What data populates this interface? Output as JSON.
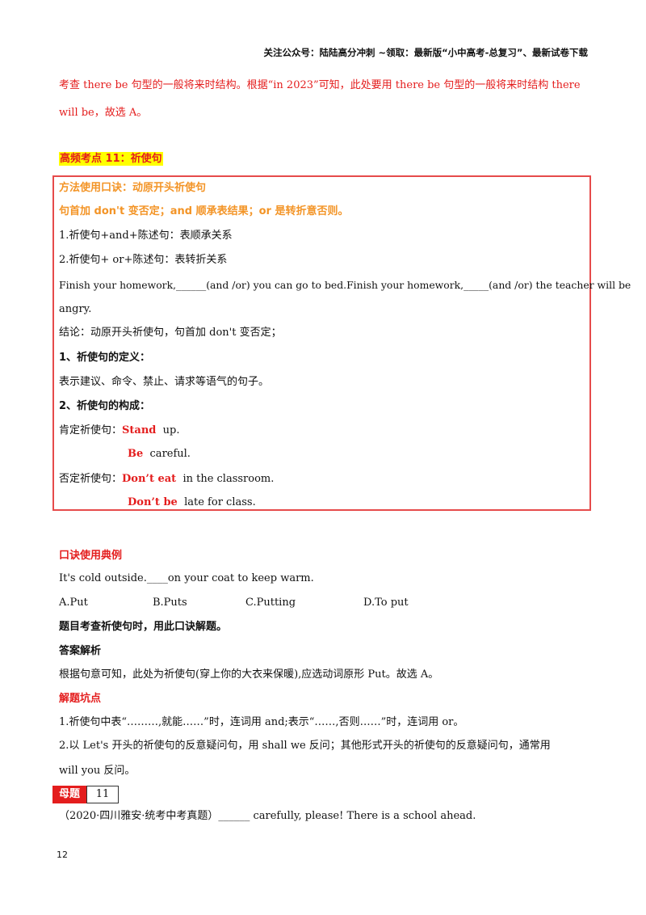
{
  "header": {
    "text": "关注公众号：陆陆高分冲刺  ~领取：最新版“小中高考-总复习”、最新试卷下载"
  },
  "intro": {
    "line1": "考查 there be 句型的一般将来时结构。根据“in 2023”可知，此处要用 there be 句型的一般将来时结构 there",
    "line2": "will be，故选 A。"
  },
  "section_title": "高频考点 11：祈使句",
  "box": {
    "method_title": "方法使用口诀：动原开头祈使句",
    "rule": "句首加 don't 变否定；and 顺承表结果；or 是转折意否则。",
    "item1": "1.祈使句+and+陈述句：表顺承关系",
    "item2": "2.祈使句+ or+陈述句：表转折关系",
    "example_line1": "Finish your homework,______(and /or) you can go to bed.Finish your homework,_____(and /or) the teacher will be",
    "example_line2": "angry.",
    "conclusion": "结论：动原开头祈使句，句首加 don't 变否定；",
    "def_title": "1、祈使句的定义：",
    "def_text": "表示建议、命令、禁止、请求等语气的句子。",
    "struct_title": "2、祈使句的构成：",
    "pos_label": "肯定祈使句：",
    "pos1_verb": "Stand",
    "pos1_rest": "up.",
    "pos2_verb": "Be",
    "pos2_rest": "careful.",
    "neg_label": "否定祈使句：",
    "neg1_verb": "Don’t eat",
    "neg1_rest": "in  the  classroom.",
    "neg2_verb": "Don’t  be",
    "neg2_rest": "late  for  class."
  },
  "example": {
    "title": "口诀使用典例",
    "question": "It's cold outside.____on your coat to keep warm.",
    "options": [
      "A.Put",
      "B.Puts",
      "C.Putting",
      "D.To put"
    ],
    "note": "题目考查祈使句时，用此口诀解题。",
    "answer_title": "答案解析",
    "answer_text": "根据句意可知，此处为祈使句(穿上你的大衣来保暖),应选动词原形 Put。故选 A。",
    "pitfall_title": "解题坑点",
    "pitfall1": "1.祈使句中表“………,就能……”时，连词用 and;表示“……,否则……”时，连词用 or。",
    "pitfall2_line1": "2.以 Let's 开头的祈使句的反意疑问句，用 shall we 反问；其他形式开头的祈使句的反意疑问句，通常用",
    "pitfall2_line2": "will you 反问。"
  },
  "mother_question": {
    "badge": "母题",
    "number": "11",
    "text": "（2020·四川雅安·统考中考真题）______ carefully, please! There is a school ahead."
  },
  "page_number": "12",
  "colors": {
    "red": "#e41d1d",
    "orange": "#f39426",
    "highlight": "#ffff00",
    "box_border": "#e64b4b"
  }
}
